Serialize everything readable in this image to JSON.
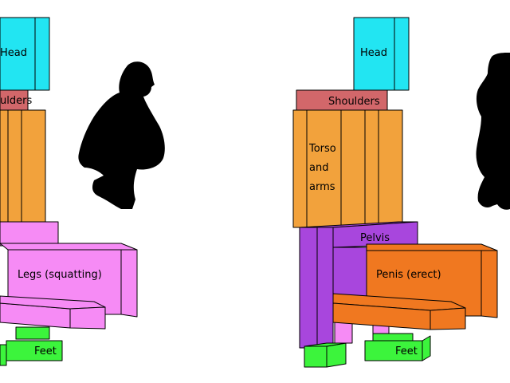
{
  "colors": {
    "head": "#22e5f2",
    "shoulders": "#d2676a",
    "torso": "#f2a23c",
    "legs": "#f68bf5",
    "feet": "#3cf43c",
    "pelvis": "#a846dd",
    "penis": "#f07820",
    "silhouette": "#000000",
    "outline": "#000000"
  },
  "left_figure": {
    "head_label": "Head",
    "shoulders_label": "ulders",
    "legs_label": "Legs (squatting)",
    "feet_label": "Feet"
  },
  "right_figure": {
    "head_label": "Head",
    "shoulders_label": "Shoulders",
    "torso_label_line1": "Torso",
    "torso_label_line2": "and",
    "torso_label_line3": "arms",
    "pelvis_label": "Pelvis",
    "penis_label": "Penis (erect)",
    "feet_label": "Feet"
  },
  "silhouettes": {
    "left": "squatting-person-silhouette",
    "right": "standing-couple-silhouette"
  }
}
